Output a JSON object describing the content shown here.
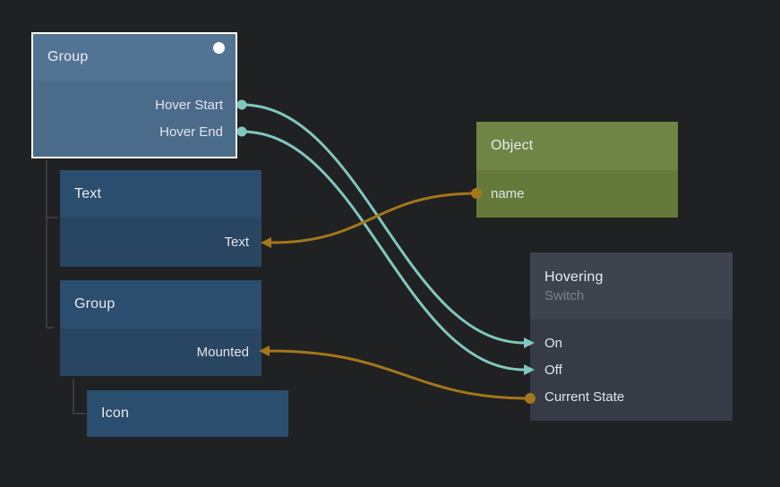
{
  "canvas": {
    "background": "#202122"
  },
  "colors": {
    "wire_teal": "#82c7bf",
    "wire_orange": "#a4771b",
    "selected_border": "#ffffff",
    "hierarchy_line": "#3b3b3b",
    "node_blue_header": "#2b4d6e",
    "node_blue_body": "#284661",
    "node_selected_header": "#527494",
    "node_selected_body": "#4b6b8a",
    "node_green_header": "#6f8445",
    "node_green_body": "#657a3a",
    "node_gray_header": "#3f434e",
    "node_gray_body": "#373b46"
  },
  "nodes": {
    "group_main": {
      "title": "Group",
      "selected": true,
      "ports": {
        "hover_start": "Hover Start",
        "hover_end": "Hover End"
      }
    },
    "text": {
      "title": "Text",
      "ports": {
        "text": "Text"
      }
    },
    "group_child": {
      "title": "Group",
      "ports": {
        "mounted": "Mounted"
      }
    },
    "icon": {
      "title": "Icon"
    },
    "object": {
      "title": "Object",
      "ports": {
        "name": "name"
      }
    },
    "hovering": {
      "title": "Hovering",
      "subtitle": "Switch",
      "ports": {
        "on": "On",
        "off": "Off",
        "current_state": "Current State"
      }
    }
  },
  "wires": [
    {
      "from": "group_main.hover_start",
      "to": "hovering.on",
      "color": "#82c7bf"
    },
    {
      "from": "group_main.hover_end",
      "to": "hovering.off",
      "color": "#82c7bf"
    },
    {
      "from": "object.name",
      "to": "text.text",
      "color": "#a4771b"
    },
    {
      "from": "hovering.current_state",
      "to": "group_child.mounted",
      "color": "#a4771b"
    }
  ]
}
